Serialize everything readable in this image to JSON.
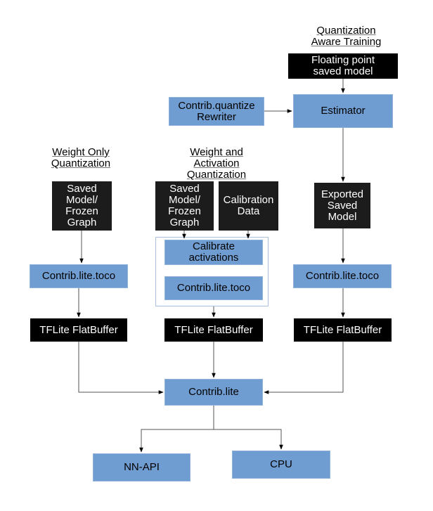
{
  "headings": {
    "qat": "Quantization\nAware Training",
    "weight_only": "Weight Only\nQuantization",
    "weight_act": "Weight and\nActivation\nQuantization"
  },
  "nodes": {
    "floating_point": "Floating point\nsaved model",
    "estimator": "Estimator",
    "rewriter": "Contrib.quantize\nRewriter",
    "saved_model_left": "Saved\nModel/\nFrozen\nGraph",
    "saved_model_mid": "Saved\nModel/\nFrozen\nGraph",
    "calibration_data": "Calibration\nData",
    "exported_saved_model": "Exported\nSaved\nModel",
    "calibrate_activations": "Calibrate\nactivations",
    "toco_left": "Contrib.lite.toco",
    "toco_mid": "Contrib.lite.toco",
    "toco_right": "Contrib.lite.toco",
    "flatbuffer_left": "TFLite FlatBuffer",
    "flatbuffer_mid": "TFLite FlatBuffer",
    "flatbuffer_right": "TFLite FlatBuffer",
    "contrib_lite": "Contrib.lite",
    "nn_api": "NN-API",
    "cpu": "CPU"
  },
  "colors": {
    "blue_box": "#6f9dd1",
    "black_box": "#1c1c1c",
    "arrow": "#555555"
  }
}
